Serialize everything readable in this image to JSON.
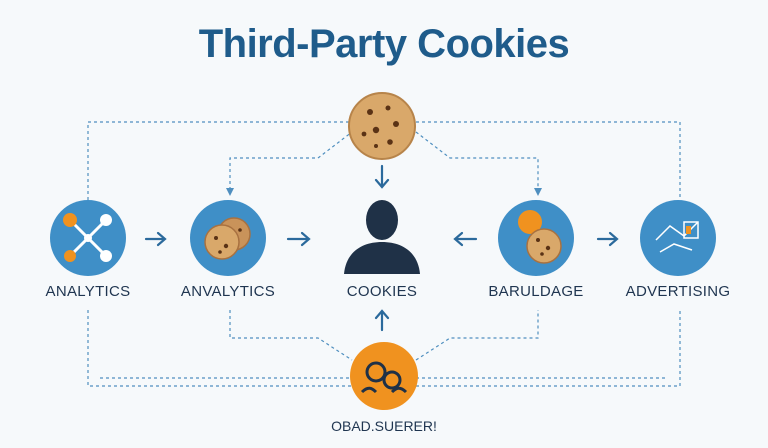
{
  "diagram": {
    "title": "Third-Party Cookies",
    "nodes": [
      {
        "id": "analytics-1",
        "label": "ANALYTICS",
        "icon": "network-nodes-icon"
      },
      {
        "id": "analytics-2",
        "label": "ANVALYTICS",
        "icon": "cookies-icon"
      },
      {
        "id": "user",
        "label": "COOKIES",
        "icon": "person-silhouette-icon"
      },
      {
        "id": "barulage",
        "label": "BARULDAGE",
        "icon": "cookie-coin-icon"
      },
      {
        "id": "advertising",
        "label": "ADVERTISING",
        "icon": "sketch-diagram-icon"
      }
    ],
    "top_node": {
      "icon": "cookie-icon"
    },
    "bottom_node": {
      "label": "OBAD.SUERER!",
      "icon": "gears-hands-icon"
    }
  },
  "colors": {
    "title": "#1f5c8b",
    "circle_blue": "#3f8fc7",
    "arrow": "#2b6a9c",
    "dashed_line": "#4f8fbf",
    "person": "#1f3147",
    "bottom_circle": "#f0921f",
    "cookie": "#d9a86a"
  }
}
